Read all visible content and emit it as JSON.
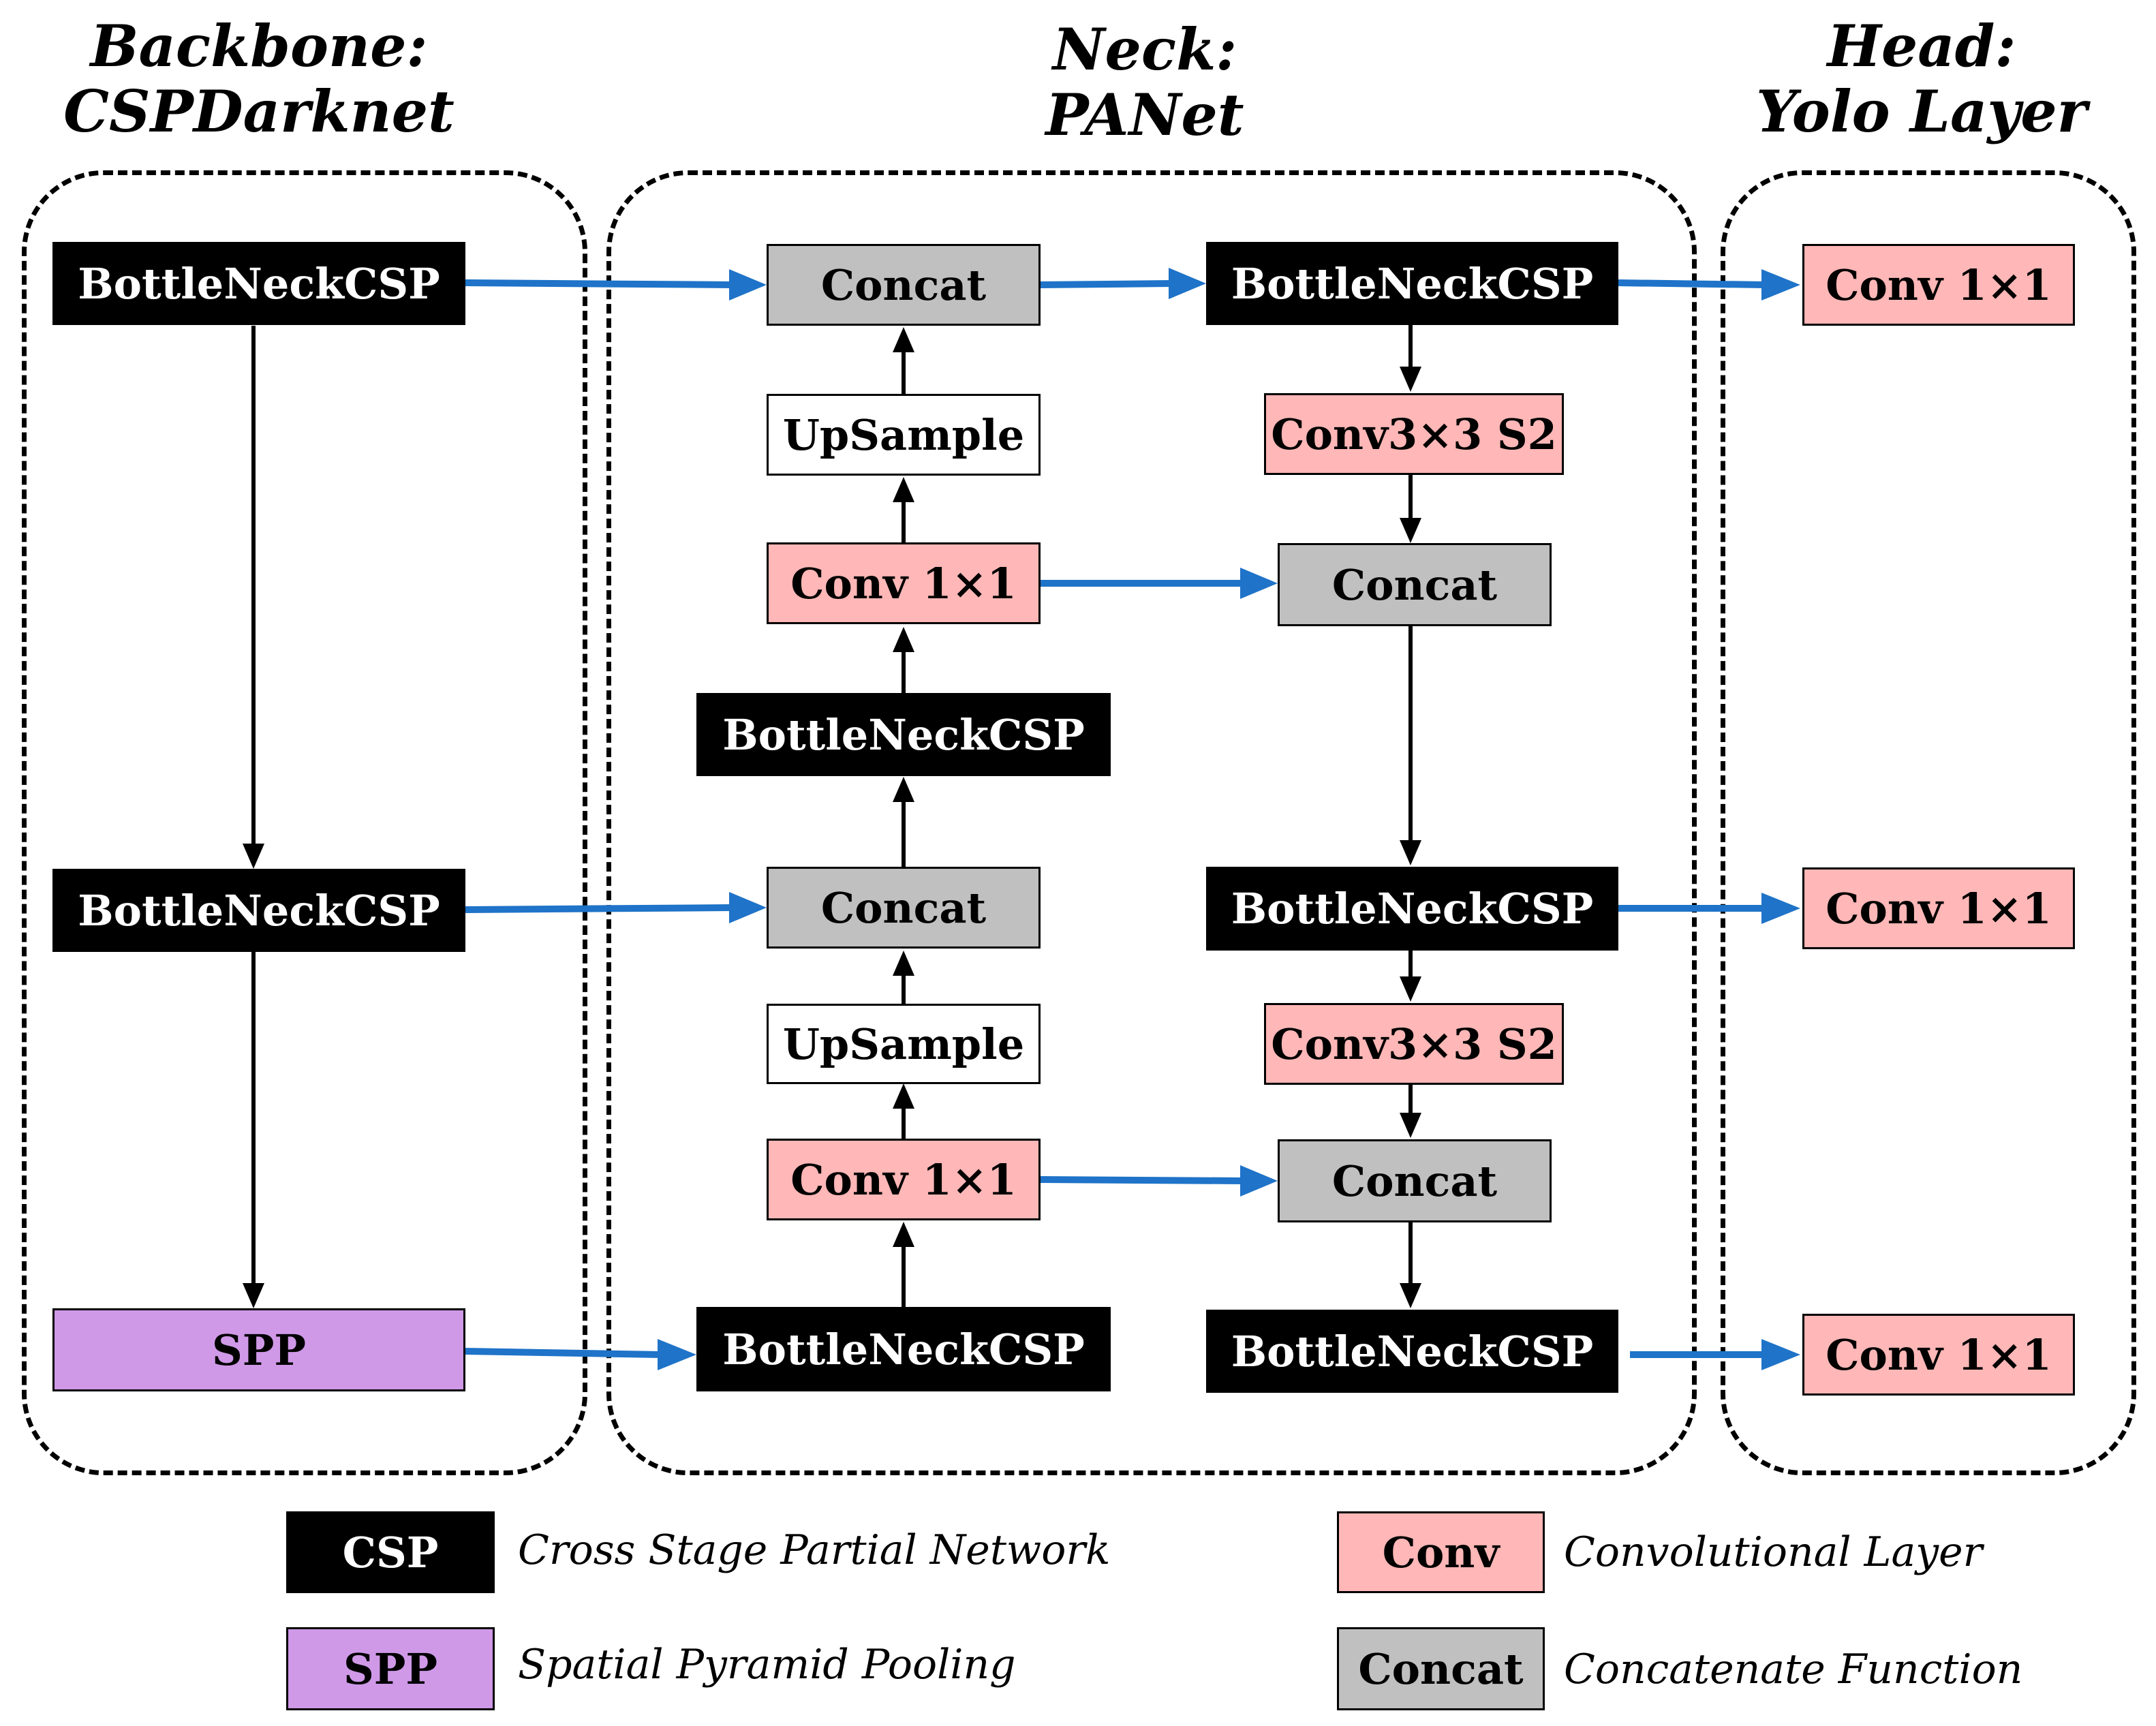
{
  "colors": {
    "csp": "#000000",
    "conv": "#ffb7b7",
    "concat": "#c0c0c0",
    "upsample": "#ffffff",
    "spp": "#cf99e8",
    "lateral_arrow": "#1f73c8",
    "main_arrow": "#000000"
  },
  "sections": {
    "backbone": {
      "line1": "Backbone:",
      "line2": "CSPDarknet"
    },
    "neck": {
      "line1": "Neck:",
      "line2": "PANet"
    },
    "head": {
      "line1": "Head:",
      "line2": "Yolo Layer"
    }
  },
  "backbone": {
    "csp1": "BottleNeckCSP",
    "csp2": "BottleNeckCSP",
    "spp": "SPP"
  },
  "neck_left": {
    "concat1": "Concat",
    "upsample1": "UpSample",
    "conv1": "Conv 1×1",
    "csp1": "BottleNeckCSP",
    "concat2": "Concat",
    "upsample2": "UpSample",
    "conv2": "Conv 1×1",
    "csp2": "BottleNeckCSP"
  },
  "neck_right": {
    "csp1": "BottleNeckCSP",
    "conv1": "Conv3×3 S2",
    "concat1": "Concat",
    "csp2": "BottleNeckCSP",
    "conv2": "Conv3×3 S2",
    "concat2": "Concat",
    "csp3": "BottleNeckCSP"
  },
  "head": {
    "conv1": "Conv 1×1",
    "conv2": "Conv 1×1",
    "conv3": "Conv 1×1"
  },
  "legend": [
    {
      "box": "CSP",
      "text": "Cross Stage Partial Network"
    },
    {
      "box": "SPP",
      "text": "Spatial Pyramid Pooling"
    },
    {
      "box": "Conv",
      "text": "Convolutional Layer"
    },
    {
      "box": "Concat",
      "text": "Concatenate Function"
    }
  ]
}
